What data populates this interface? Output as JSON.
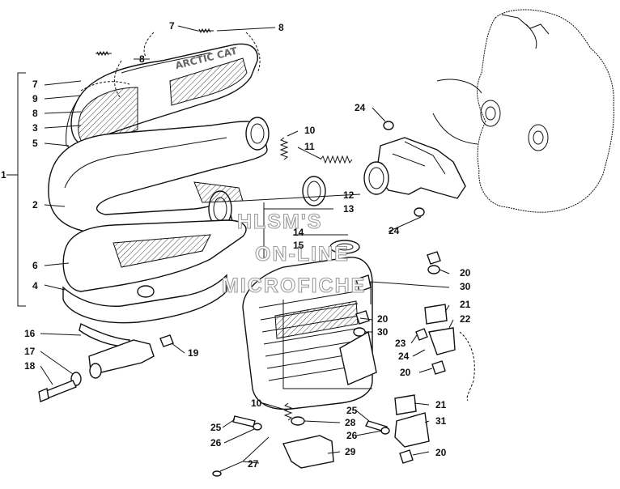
{
  "watermark": {
    "line1": "HLSM'S",
    "line2": "ON-LINE",
    "line3": "MICROFICHE"
  },
  "callouts": {
    "c1": "1",
    "c2": "2",
    "c3": "3",
    "c4": "4",
    "c5": "5",
    "c6": "6",
    "c7a": "7",
    "c7b": "7",
    "c8a": "8",
    "c8b": "8",
    "c8c": "8",
    "c9": "9",
    "c10a": "10",
    "c10b": "10",
    "c11": "11",
    "c12": "12",
    "c13": "13",
    "c14": "14",
    "c15": "15",
    "c16": "16",
    "c17": "17",
    "c18": "18",
    "c19": "19",
    "c20a": "20",
    "c20b": "20",
    "c20c": "20",
    "c20d": "20",
    "c21a": "21",
    "c21b": "21",
    "c22": "22",
    "c23": "23",
    "c24a": "24",
    "c24b": "24",
    "c24c": "24",
    "c25a": "25",
    "c25b": "25",
    "c26a": "26",
    "c26b": "26",
    "c27": "27",
    "c28": "28",
    "c29": "29",
    "c30a": "30",
    "c30b": "30",
    "c31": "31"
  }
}
